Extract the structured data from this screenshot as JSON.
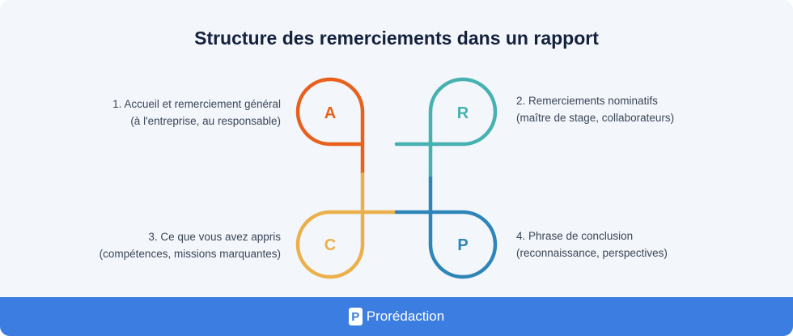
{
  "title": "Structure des remerciements dans un rapport",
  "steps": [
    {
      "letter": "A",
      "line1": "1. Accueil et remerciement général",
      "line2": "(à l'entreprise, au responsable)",
      "color": "#e8601c"
    },
    {
      "letter": "R",
      "line1": "2. Remerciements nominatifs",
      "line2": "(maître de stage, collaborateurs)",
      "color": "#45b1b0"
    },
    {
      "letter": "C",
      "line1": "3. Ce que vous avez appris",
      "line2": "(compétences, missions marquantes)",
      "color": "#eab04a"
    },
    {
      "letter": "P",
      "line1": "4. Phrase de conclusion",
      "line2": "(reconnaissance, perspectives)",
      "color": "#2e85b8"
    }
  ],
  "footer": {
    "logo_letter": "P",
    "brand": "Prorédaction",
    "background": "#3b7de0"
  }
}
